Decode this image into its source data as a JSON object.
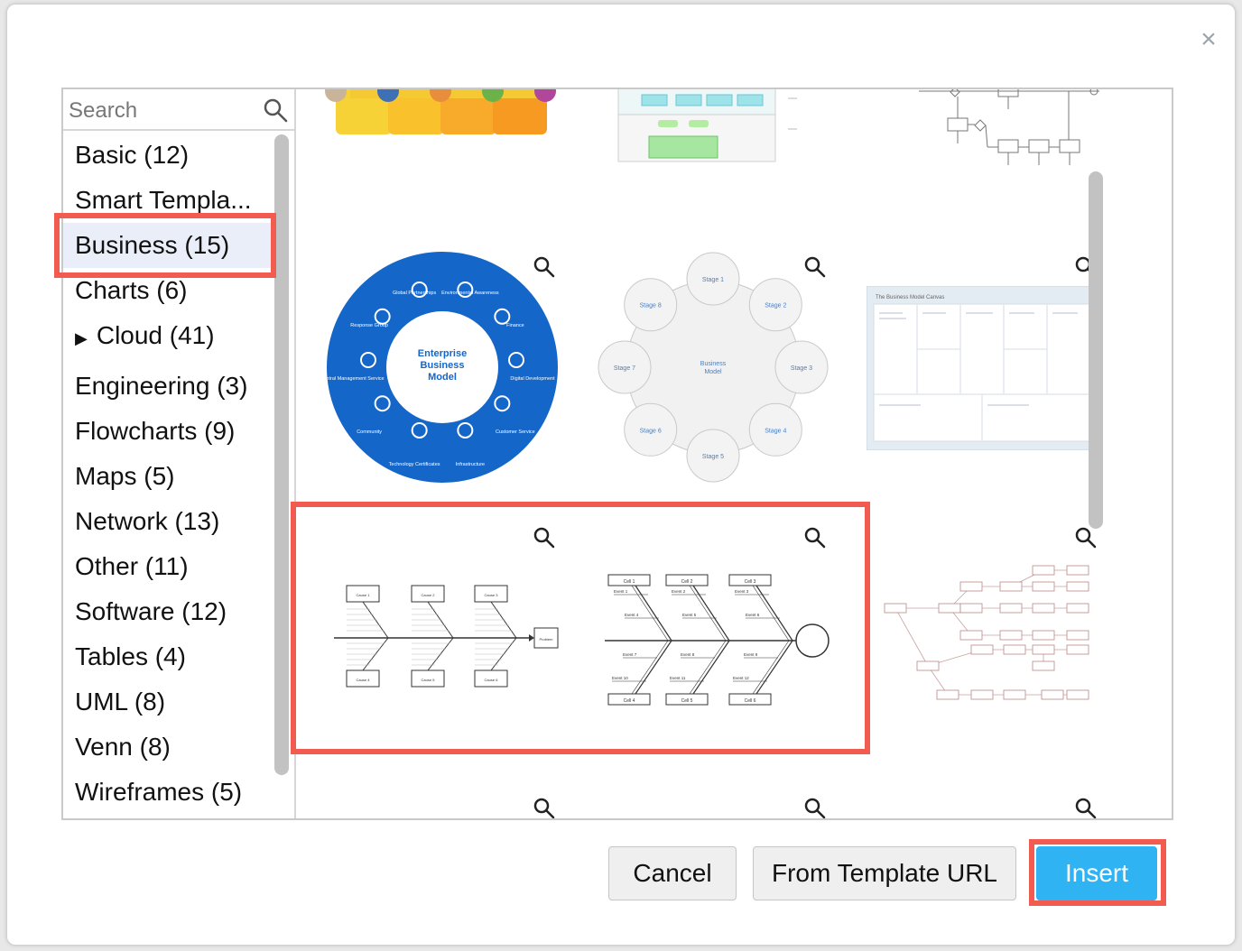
{
  "dialog": {
    "close_glyph": "×"
  },
  "search": {
    "placeholder": "Search",
    "icon": "search-icon"
  },
  "categories": [
    {
      "label": "Basic (12)"
    },
    {
      "label": "Smart Templa..."
    },
    {
      "label": "Business (15)",
      "selected": true
    },
    {
      "label": "Charts (6)"
    },
    {
      "label": "Cloud (41)",
      "expandable": true,
      "arrow": "▶"
    },
    {
      "label": "Engineering (3)"
    },
    {
      "label": "Flowcharts (9)"
    },
    {
      "label": "Maps (5)"
    },
    {
      "label": "Network (13)"
    },
    {
      "label": "Other (11)"
    },
    {
      "label": "Software (12)"
    },
    {
      "label": "Tables (4)"
    },
    {
      "label": "UML (8)"
    },
    {
      "label": "Venn (8)"
    },
    {
      "label": "Wireframes (5)"
    }
  ],
  "templates": {
    "enterprise": {
      "center": [
        "Enterprise",
        "Business",
        "Model"
      ],
      "segments": [
        "Global Partnerships",
        "Environmental Awareness",
        "Finance",
        "Digital Development",
        "Customer Service",
        "Infrastructure",
        "Technology Certificates",
        "Community",
        "Central Management Service",
        "Response Group"
      ]
    },
    "stages": {
      "center": [
        "Business",
        "Model"
      ],
      "nodes": [
        "Stage 1",
        "Stage 2",
        "Stage 3",
        "Stage 4",
        "Stage 5",
        "Stage 6",
        "Stage 7",
        "Stage 8"
      ]
    },
    "canvas": {
      "title": "The Business Model Canvas"
    },
    "fishbone_a": {
      "top": [
        "Cause 1",
        "Cause 2",
        "Cause 3"
      ],
      "bottom": [
        "Cause 4",
        "Cause 5",
        "Cause 6"
      ],
      "head": "Problem"
    },
    "fishbone_b": {
      "top": [
        "Cell 1",
        "Cell 2",
        "Cell 3"
      ],
      "bottom": [
        "Cell 4",
        "Cell 5",
        "Cell 6"
      ],
      "events_top": [
        "Event 1",
        "Event 2",
        "Event 3",
        "Event 4",
        "Event 5",
        "Event 6"
      ],
      "events_bottom": [
        "Event 7",
        "Event 8",
        "Event 9",
        "Event 10",
        "Event 11",
        "Event 12"
      ]
    }
  },
  "buttons": {
    "cancel": "Cancel",
    "from_url": "From Template URL",
    "insert": "Insert"
  },
  "colors": {
    "accent": "#2fb3f2",
    "highlight": "#f15b50",
    "selected_bg": "#e9eef8",
    "wheel_blue": "#1466c8"
  }
}
